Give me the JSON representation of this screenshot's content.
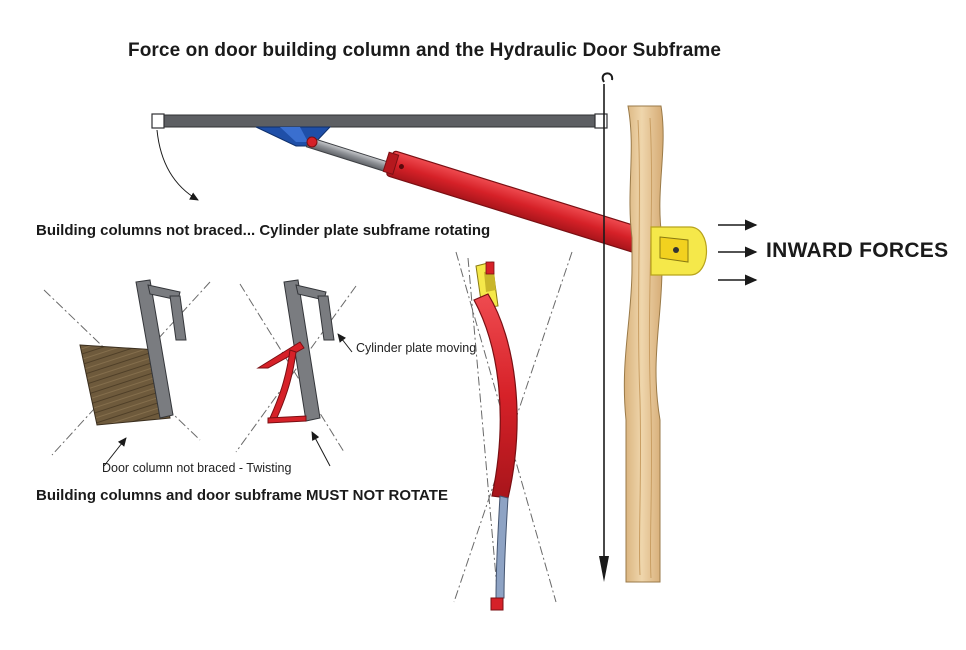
{
  "title": "Force on door building column and the Hydraulic Door Subframe",
  "labels": {
    "columns_not_braced": "Building columns not braced... Cylinder plate subframe rotating",
    "cylinder_plate_moving": "Cylinder plate moving",
    "door_column_twisting": "Door column not braced - Twisting",
    "must_not_rotate": "Building columns and door subframe MUST NOT ROTATE",
    "inward_forces": "INWARD FORCES"
  },
  "colors": {
    "beam": "#5d5f63",
    "cylinder_red": "#d62128",
    "rod_grey": "#8c8f94",
    "bracket_blue": "#1f4fa8",
    "plate_yellow": "#f5e84a",
    "wood_post": "#e3c28f",
    "wood_block": "#6e5a3c",
    "column_grey": "#7a7c80",
    "chain_line": "#6a6a6a"
  }
}
